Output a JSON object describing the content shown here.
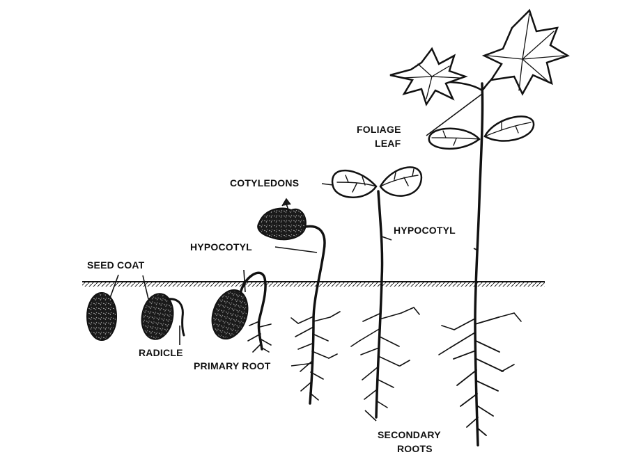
{
  "labels": {
    "seed_coat": "SEED COAT",
    "radicle": "RADICLE",
    "hypocotyl_1": "HYPOCOTYL",
    "primary_root": "PRIMARY ROOT",
    "cotyledons": "COTYLEDONS",
    "hypocotyl_2": "HYPOCOTYL",
    "foliage_leaf_line1": "FOLIAGE",
    "foliage_leaf_line2": "LEAF",
    "secondary_roots_line1": "SECONDARY",
    "secondary_roots_line2": "ROOTS"
  },
  "colors": {
    "ink": "#111111",
    "background": "#ffffff"
  }
}
